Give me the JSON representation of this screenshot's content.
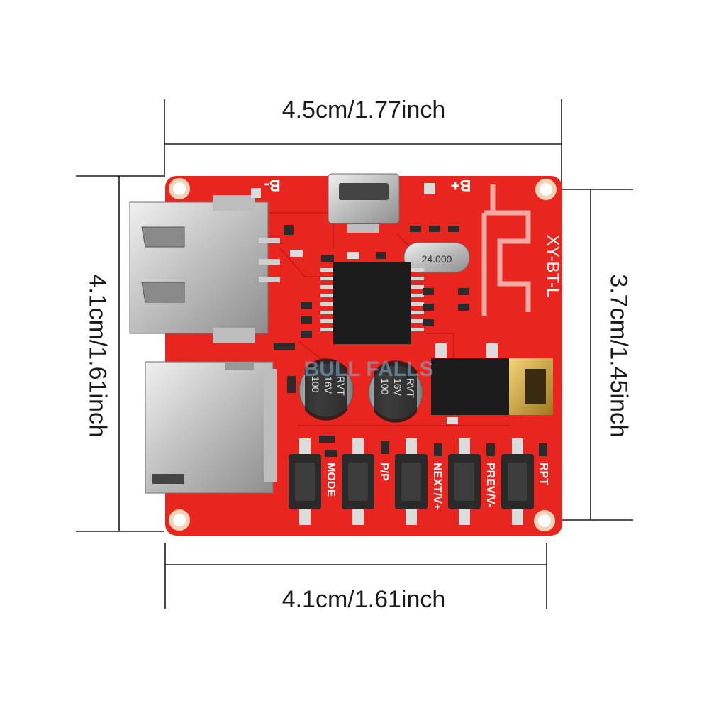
{
  "dimensions": {
    "top_width": "4.5cm/1.77inch",
    "bottom_width": "4.1cm/1.61inch",
    "left_height": "4.1cm/1.61inch",
    "right_height": "3.7cm/1.45inch"
  },
  "board": {
    "model": "XY-BT-L",
    "crystal": "24.000",
    "terminal_minus": "B-",
    "terminal_plus": "B+",
    "capacitor_left": [
      "100",
      "16V",
      "RVT"
    ],
    "capacitor_right": [
      "100",
      "16V",
      "RVT"
    ],
    "buttons": [
      "MODE",
      "P/P",
      "NEXT/V+",
      "PREV/V-",
      "RPT"
    ],
    "watermark": "BULL FALLS"
  },
  "colors": {
    "pcb": "#e8251f",
    "pcb_dark": "#c51a16",
    "silver": "#c9c9c9",
    "black": "#1c1c1c"
  }
}
